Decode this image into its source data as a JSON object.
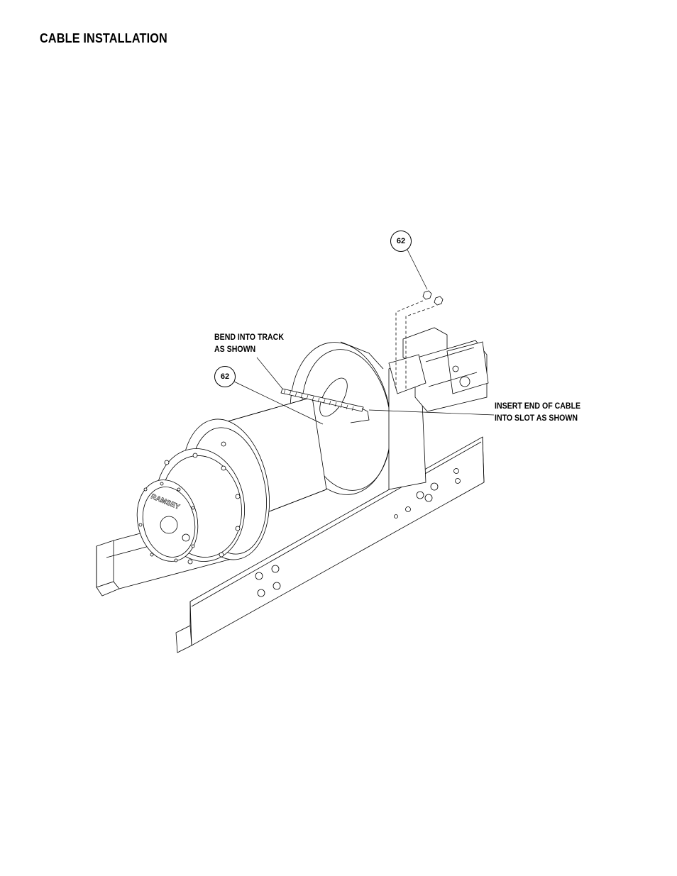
{
  "page": {
    "title": "CABLE INSTALLATION"
  },
  "notes": {
    "bend": {
      "line1": "BEND INTO TRACK",
      "line2": "AS SHOWN"
    },
    "insert": {
      "line1": "INSERT END OF CABLE",
      "line2": "INTO SLOT AS SHOWN"
    }
  },
  "callouts": {
    "top_item": "62",
    "left_item": "62"
  },
  "logo": {
    "text": "RAMSEY"
  }
}
